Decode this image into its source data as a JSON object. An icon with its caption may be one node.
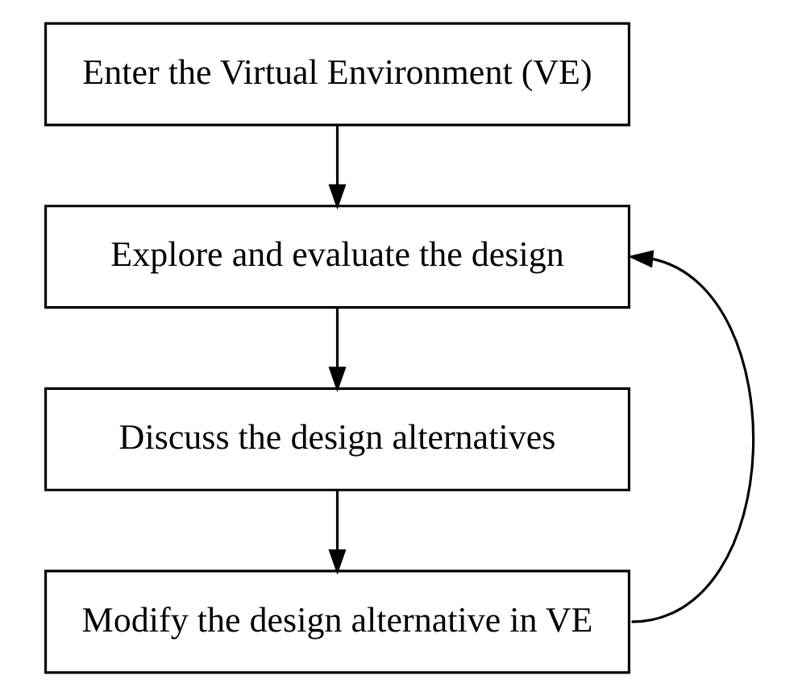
{
  "diagram": {
    "nodes": [
      {
        "text": [
          "Enter the Virtual Environment (VE)"
        ]
      },
      {
        "text": [
          "Explore and evaluate the design"
        ]
      },
      {
        "text": [
          "Discuss the design alternatives"
        ]
      },
      {
        "text": [
          "Modify the design alternative in VE"
        ]
      }
    ],
    "edges": [
      {
        "from": 0,
        "to": 1,
        "arrow": "to"
      },
      {
        "from": 1,
        "to": 2,
        "arrow": "to"
      },
      {
        "from": 2,
        "to": 3,
        "arrow": "to"
      },
      {
        "from": 3,
        "to": 1,
        "arrow": "to"
      }
    ]
  }
}
